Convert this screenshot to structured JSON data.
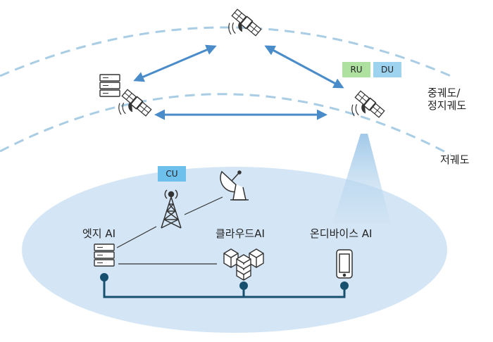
{
  "labels": {
    "orbit_mid_geo_line1": "중궤도/",
    "orbit_mid_geo_line2": "정지궤도",
    "orbit_low": "저궤도",
    "edge_ai": "엣지 AI",
    "cloud_ai": "클라우드AI",
    "on_device_ai": "온디바이스 AI"
  },
  "tags": {
    "ru": "RU",
    "du": "DU",
    "cu": "CU"
  },
  "colors": {
    "orbit_dash": "#a9cde4",
    "arrow": "#4a8cc9",
    "coverage_ellipse": "#d4e6f5",
    "backbone": "#17506e",
    "ru_tag": "#aee0a0",
    "du_tag": "#9ed3f0",
    "cu_tag": "#6dbfec",
    "icon_stroke": "#333333"
  },
  "icons": [
    "satellite-icon",
    "server-stack-icon",
    "cell-tower-icon",
    "satellite-dish-icon",
    "server-cluster-icon",
    "smartphone-icon"
  ]
}
